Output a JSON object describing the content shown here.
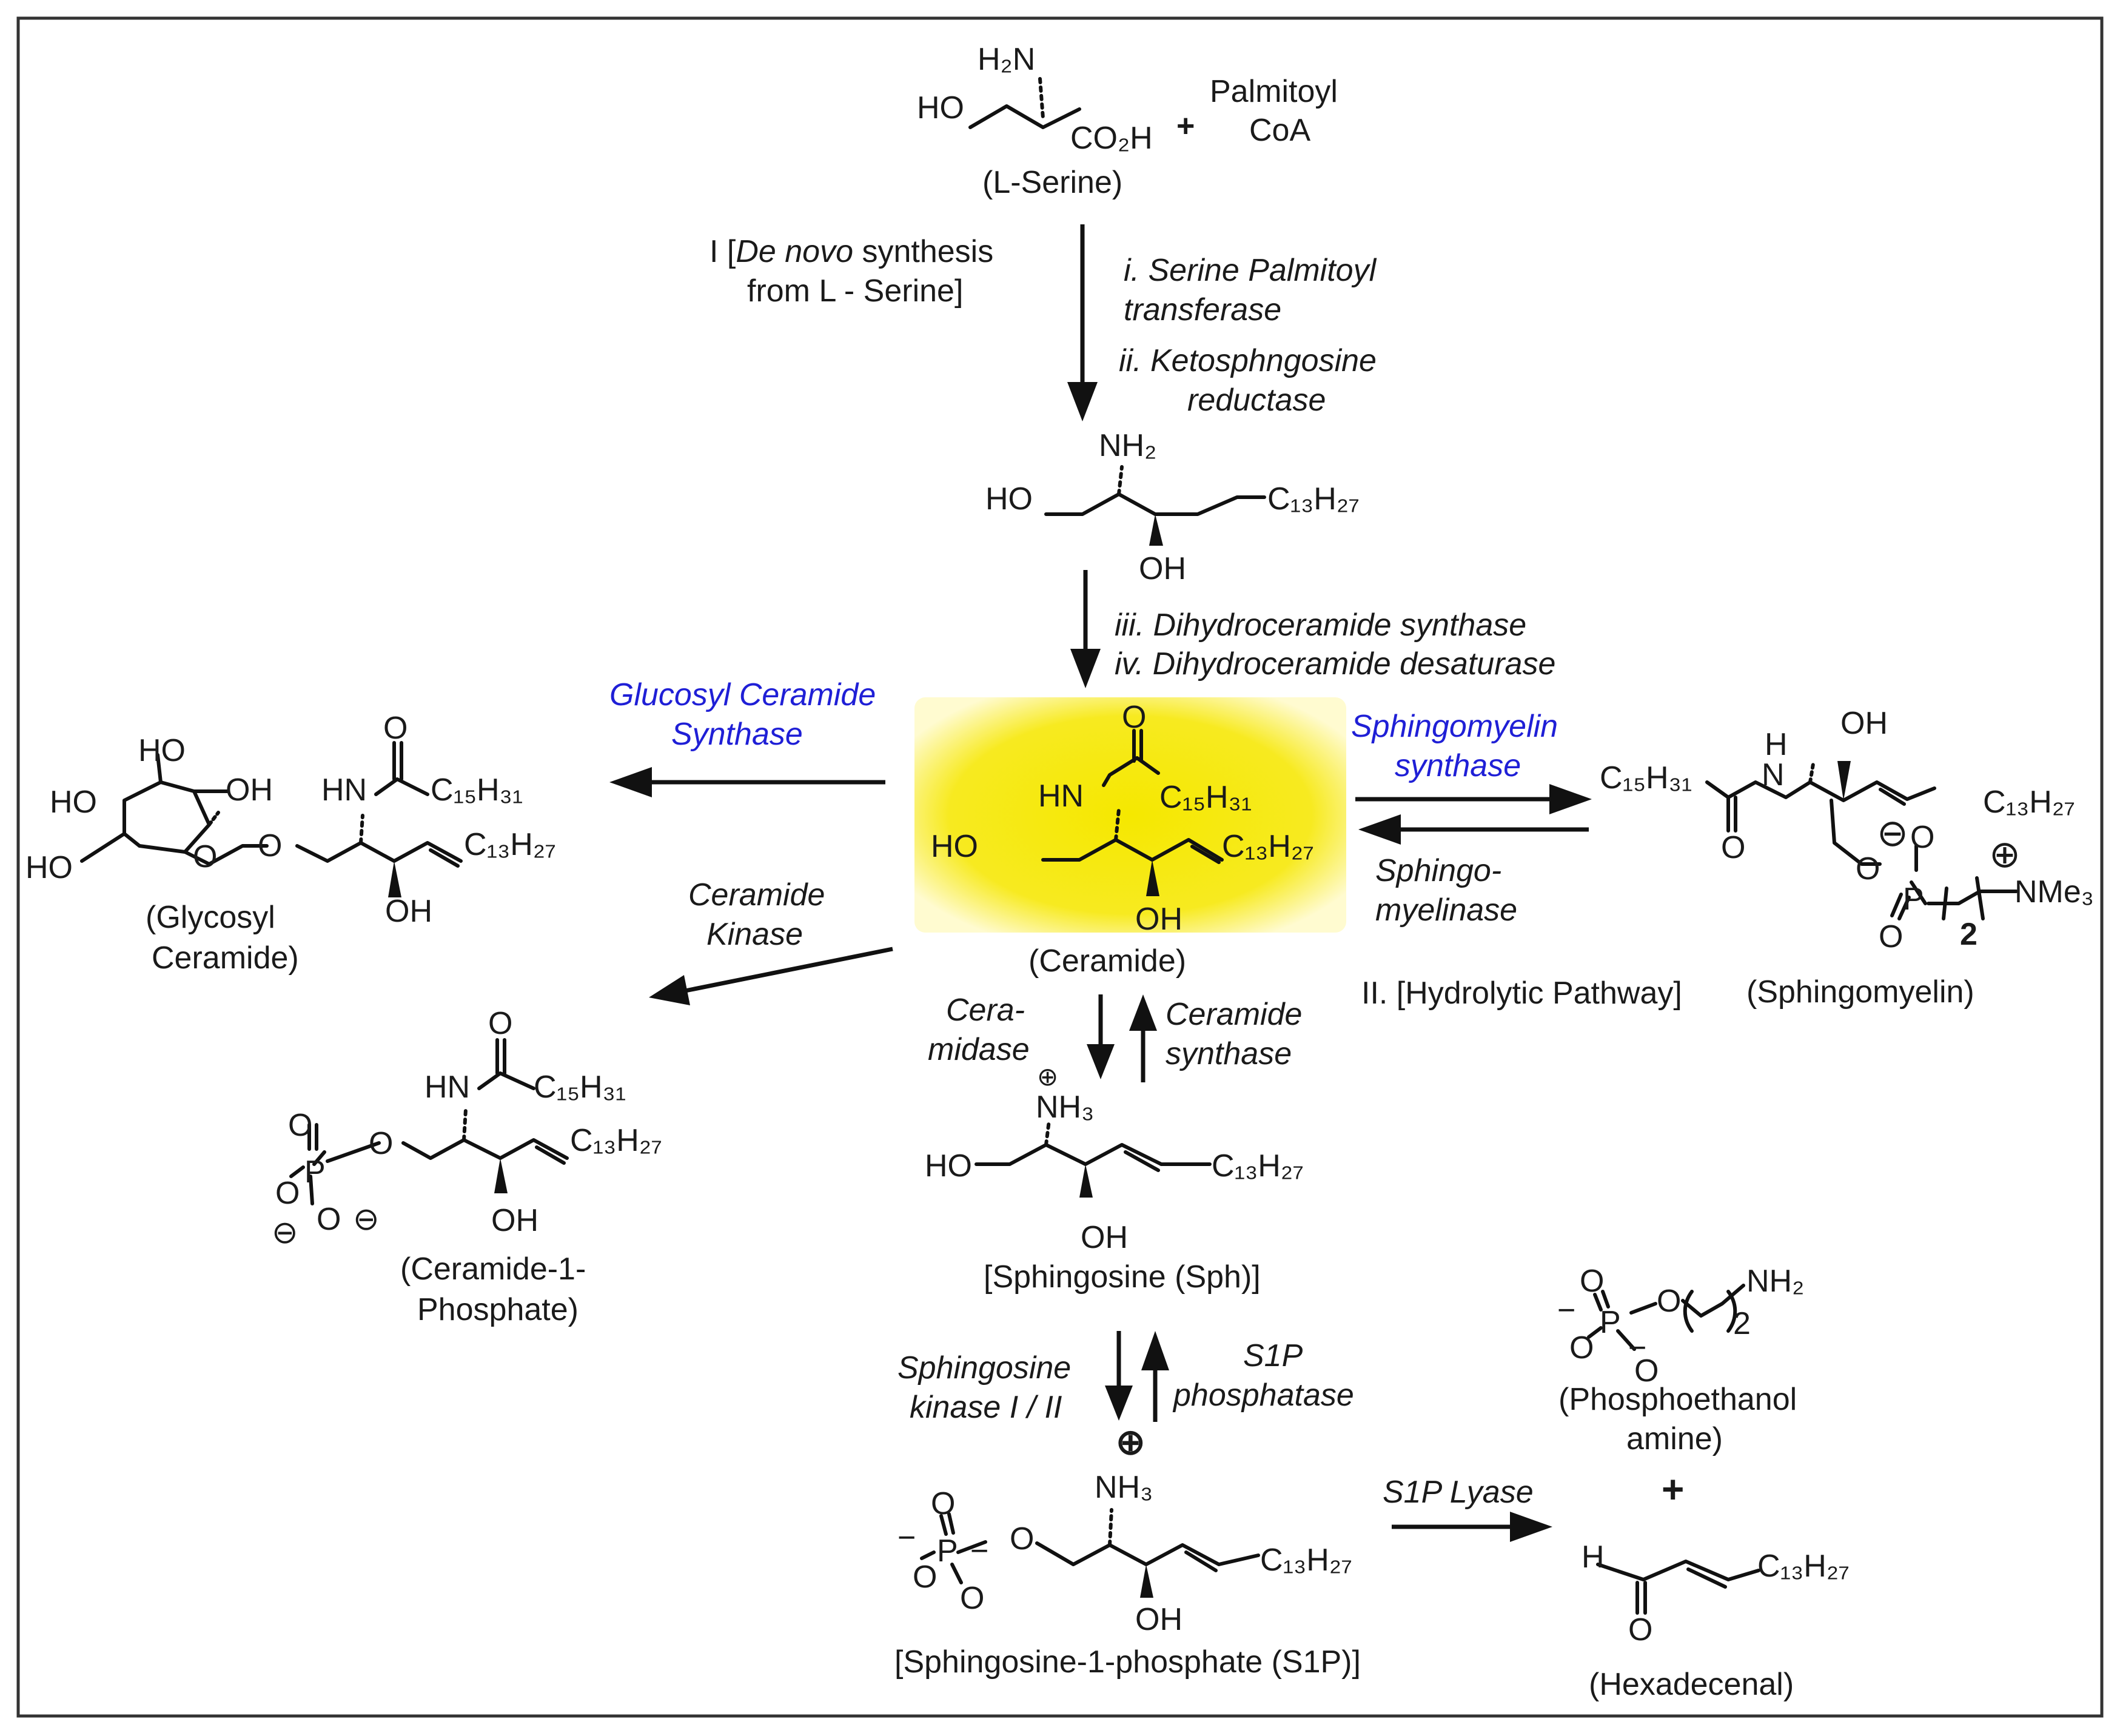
{
  "colors": {
    "highlight": "#f5e800",
    "highlight_edge": "#fffbd0",
    "enzyme_blue": "#1f1fd6",
    "frame": "#333333"
  },
  "reactants": {
    "serine_name": "(L-Serine)",
    "plus": "+",
    "palmitoyl_line1": "Palmitoyl",
    "palmitoyl_line2": "CoA",
    "h2n": "H₂N",
    "ho": "HO",
    "co2h": "CO₂H"
  },
  "pathway_one": {
    "line1_prefix": "I [",
    "line1_italic": "De novo",
    "line1_suffix": " synthesis",
    "line2": "from L - Serine]"
  },
  "enzymes": {
    "spt_line1": "i. Serine Palmitoyl",
    "spt_line2": "transferase",
    "ksr_line1": "ii. Ketosphngosine",
    "ksr_line2": "reductase",
    "dhcs": "iii. Dihydroceramide synthase",
    "dhcd": "iv. Dihydroceramide desaturase",
    "gcs_line1": "Glucosyl Ceramide",
    "gcs_line2": "Synthase",
    "sms_line1": "Sphingomyelin",
    "sms_line2": "synthase",
    "smase_line1": "Sphingo-",
    "smase_line2": "myelinase",
    "ck_line1": "Ceramide",
    "ck_line2": "Kinase",
    "cdase_line1": "Cera-",
    "cdase_line2": "midase",
    "cs_line1": "Ceramide",
    "cs_line2": "synthase",
    "sk_line1": "Sphingosine",
    "sk_line2": "kinase I / II",
    "s1pp_line1": "S1P",
    "s1pp_line2": "phosphatase",
    "s1pl": "S1P Lyase"
  },
  "pathway_two": "II. [Hydrolytic Pathway]",
  "compounds": {
    "ceramide": "(Ceramide)",
    "glycosyl_line1": "(Glycosyl",
    "glycosyl_line2": "Ceramide)",
    "sphingomyelin": "(Sphingomyelin)",
    "c1p_line1": "(Ceramide-1-",
    "c1p_line2": "Phosphate)",
    "sphingosine": "[Sphingosine (Sph)]",
    "s1p": "[Sphingosine-1-phosphate (S1P)]",
    "pea_line1": "(Phosphoethanol",
    "pea_line2": "amine)",
    "hexadecenal": "(Hexadecenal)",
    "plus": "+"
  },
  "atoms": {
    "nh2": "NH₂",
    "nh3": "NH₃",
    "oh": "OH",
    "ho": "HO",
    "hn": "HN",
    "h_small": "H",
    "n": "N",
    "o": "O",
    "p": "P",
    "c13h27": "C₁₃H₂₇",
    "c15h31": "C₁₅H₃₁",
    "nme3": "NMe₃",
    "two": "2",
    "plus_charge": "⊕",
    "minus_charge": "⊖",
    "minus": "−"
  }
}
